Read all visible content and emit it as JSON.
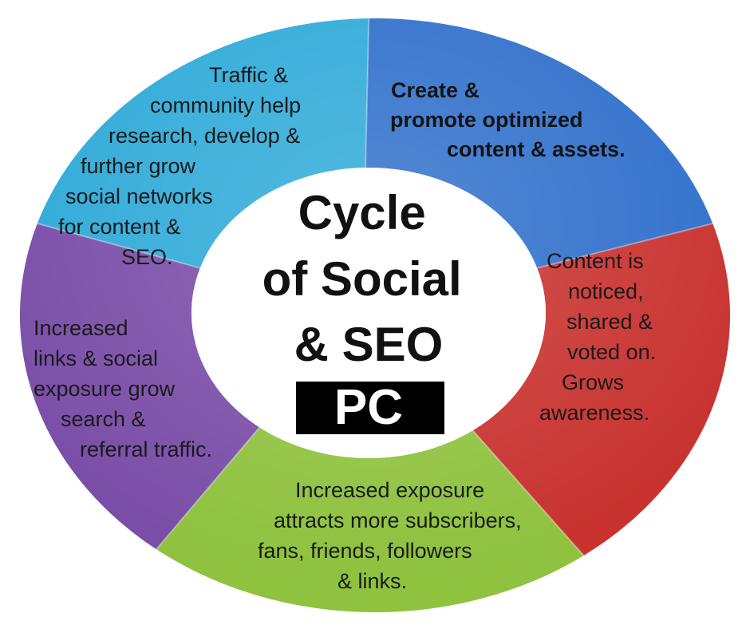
{
  "diagram": {
    "title_lines": [
      "Cycle",
      "of Social",
      "& SEO"
    ],
    "logo_text": "PC",
    "segments": [
      {
        "id": "create",
        "color": "#2f6fcb",
        "bold": true,
        "lines": [
          "Create &",
          "promote optimized",
          "content & assets."
        ]
      },
      {
        "id": "noticed",
        "color": "#c8322f",
        "bold": false,
        "lines": [
          "Content is",
          "noticed,",
          "shared &",
          "voted on.",
          "Grows",
          "awareness."
        ]
      },
      {
        "id": "exposure",
        "color": "#8fc23f",
        "bold": false,
        "lines": [
          "Increased exposure",
          "attracts more subscribers,",
          "fans, friends, followers",
          "& links."
        ]
      },
      {
        "id": "links",
        "color": "#7a4ea8",
        "bold": false,
        "lines": [
          "Increased",
          "links & social",
          "exposure grow",
          "search &",
          "referral traffic."
        ]
      },
      {
        "id": "traffic",
        "color": "#2eaad8",
        "bold": false,
        "lines": [
          "Traffic &",
          "community help",
          "research, develop &",
          "further grow",
          "social networks",
          "for content &",
          "SEO."
        ]
      }
    ]
  }
}
